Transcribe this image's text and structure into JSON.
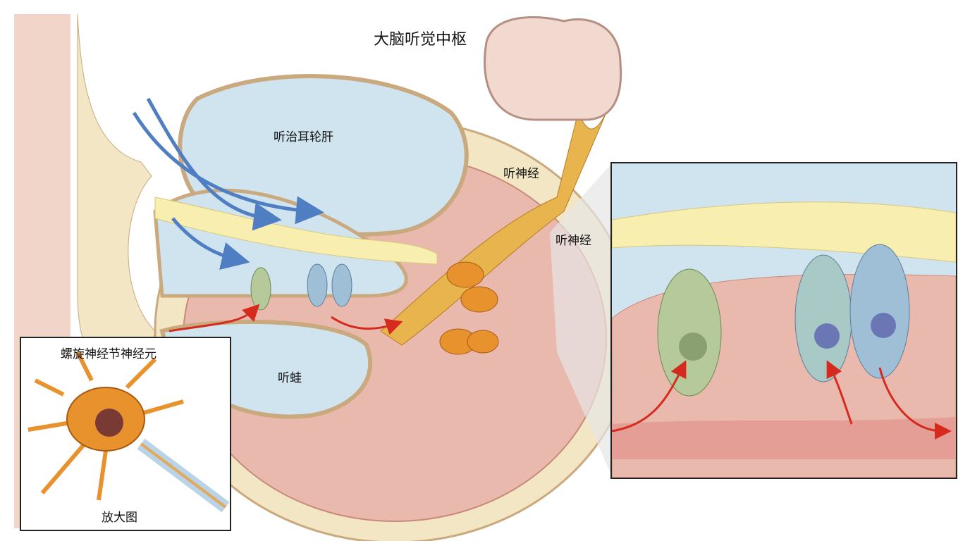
{
  "title": "大脑听觉中枢",
  "labels": {
    "upper_chamber": "听治耳轮肝",
    "lower_chamber": "听蛙",
    "nerve_top": "听神经",
    "nerve_right": "听神经"
  },
  "inset_neuron": {
    "title": "螺旋神经节神经元",
    "caption": "放大图"
  },
  "colors": {
    "fluid": "#cfe4ee",
    "bone": "#f3e6c4",
    "tissue": "#eab9ae",
    "neuron": "#e8922e",
    "hair_cell_green": "#b5c99a",
    "hair_cell_blue": "#9fbfd6",
    "arrow_blue": "#4f7fc2",
    "arrow_red": "#d62a1e"
  }
}
